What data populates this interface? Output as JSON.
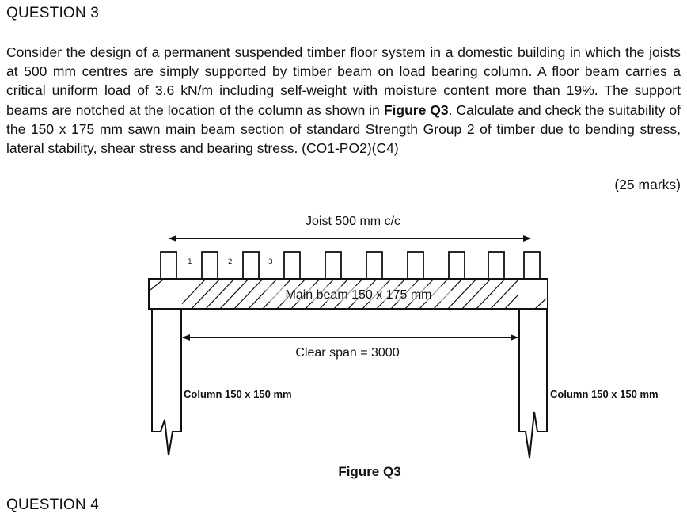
{
  "question": {
    "heading": "QUESTION 3",
    "text_part1": "Consider the design of a permanent suspended timber floor system in a domestic building in which the joists at 500 mm centres are simply supported by timber beam on load bearing column. A floor beam carries a critical uniform load of 3.6 kN/m including self-weight with moisture content more than 19%. The support beams are notched at the location of the column as shown in ",
    "figure_ref": "Figure Q3",
    "text_part2": ". Calculate and check the suitability of the 150 x 175 mm sawn main beam section of standard Strength Group 2 of timber due to bending stress, lateral stability, shear stress and bearing stress. (CO1-PO2)(C4)",
    "marks": "(25 marks)"
  },
  "figure": {
    "joist_spacing_label": "Joist 500 mm c/c",
    "joist_numbers": [
      "1",
      "2",
      "3"
    ],
    "beam_label": "Main beam 150 x 175 mm",
    "clear_span_label": "Clear span = 3000",
    "left_column_label": "Column 150 x 150 mm",
    "right_column_label": "Column 150 x 150 mm",
    "caption": "Figure Q3"
  },
  "next_question": {
    "heading": "QUESTION 4"
  }
}
